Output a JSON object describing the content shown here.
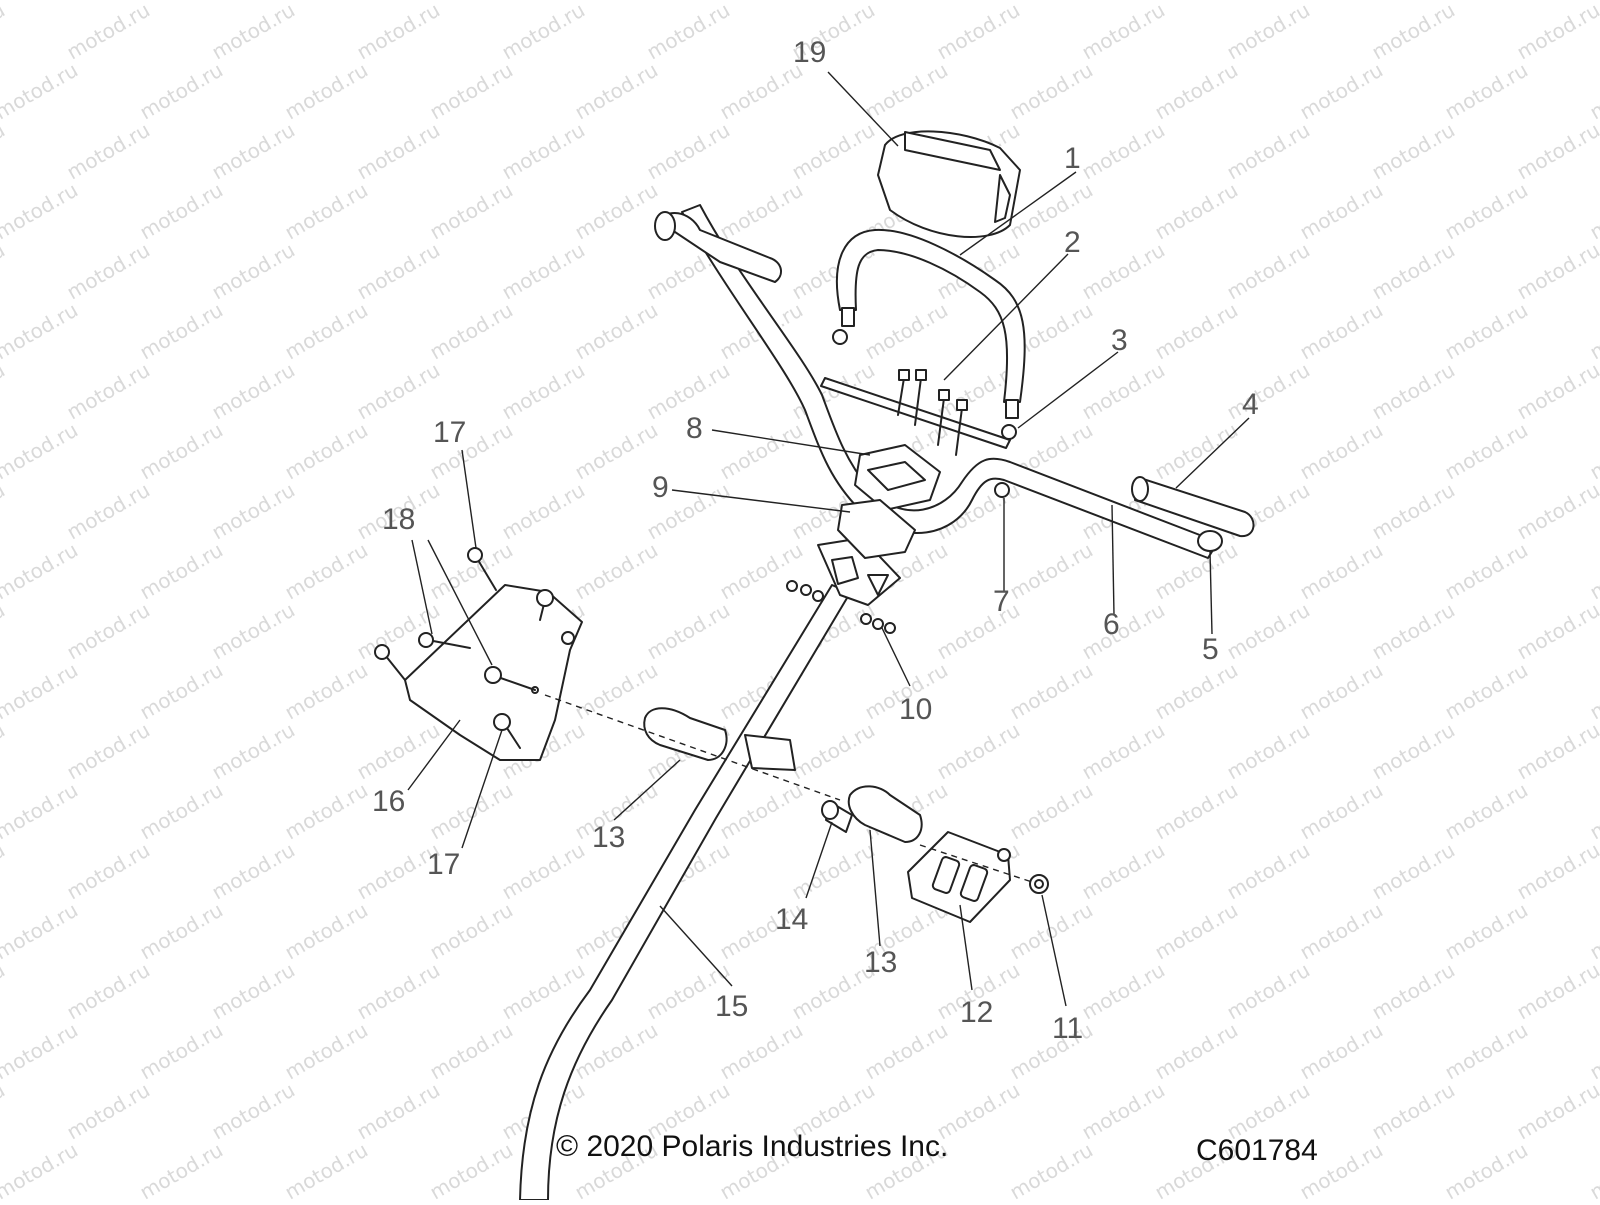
{
  "watermark_text": "motod.ru",
  "callouts": [
    {
      "id": "c19",
      "label": "19"
    },
    {
      "id": "c1",
      "label": "1"
    },
    {
      "id": "c2",
      "label": "2"
    },
    {
      "id": "c3",
      "label": "3"
    },
    {
      "id": "c4",
      "label": "4"
    },
    {
      "id": "c8",
      "label": "8"
    },
    {
      "id": "c9",
      "label": "9"
    },
    {
      "id": "c7",
      "label": "7"
    },
    {
      "id": "c6",
      "label": "6"
    },
    {
      "id": "c5",
      "label": "5"
    },
    {
      "id": "c10",
      "label": "10"
    },
    {
      "id": "c17a",
      "label": "17"
    },
    {
      "id": "c18",
      "label": "18"
    },
    {
      "id": "c16",
      "label": "16"
    },
    {
      "id": "c17b",
      "label": "17"
    },
    {
      "id": "c13a",
      "label": "13"
    },
    {
      "id": "c14",
      "label": "14"
    },
    {
      "id": "c13b",
      "label": "13"
    },
    {
      "id": "c15",
      "label": "15"
    },
    {
      "id": "c12",
      "label": "12"
    },
    {
      "id": "c11",
      "label": "11"
    }
  ],
  "footer": {
    "copyright": "© 2020 Polaris Industries Inc.",
    "diagram_code": "C601784"
  }
}
